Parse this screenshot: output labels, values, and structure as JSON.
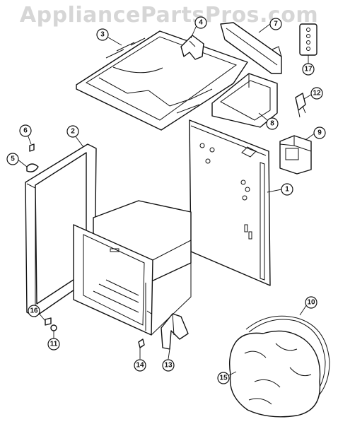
{
  "watermark": "AppliancePartsPros.com",
  "callouts": [
    {
      "id": 1,
      "label": "1"
    },
    {
      "id": 2,
      "label": "2"
    },
    {
      "id": 3,
      "label": "3"
    },
    {
      "id": 4,
      "label": "4"
    },
    {
      "id": 5,
      "label": "5"
    },
    {
      "id": 6,
      "label": "6"
    },
    {
      "id": 7,
      "label": "7"
    },
    {
      "id": 8,
      "label": "8"
    },
    {
      "id": 9,
      "label": "9"
    },
    {
      "id": 10,
      "label": "10"
    },
    {
      "id": 11,
      "label": "11"
    },
    {
      "id": 12,
      "label": "12"
    },
    {
      "id": 13,
      "label": "13"
    },
    {
      "id": 14,
      "label": "14"
    },
    {
      "id": 15,
      "label": "15"
    },
    {
      "id": 16,
      "label": "16"
    },
    {
      "id": 17,
      "label": "17"
    }
  ]
}
